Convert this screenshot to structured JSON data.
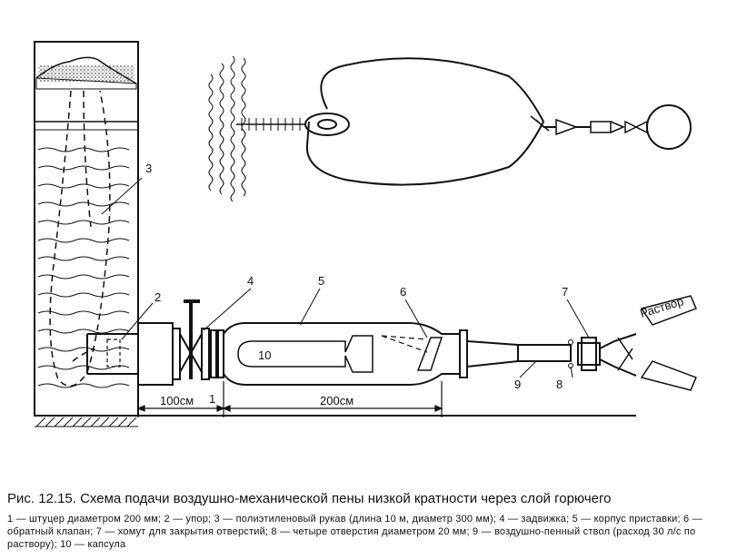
{
  "figure": {
    "labels": {
      "n1": "1",
      "n2": "2",
      "n3": "3",
      "n4": "4",
      "n5": "5",
      "n6": "6",
      "n7": "7",
      "n8": "8",
      "n9": "9",
      "n10": "10",
      "dim_100": "100см",
      "dim_200": "200см",
      "rastvor": "Раствор"
    }
  },
  "caption": {
    "title": "Рис. 12.15. Схема подачи воздушно-механической пены низкой кратности через слой горючего",
    "legend": [
      "1 — штуцер диаметром 200 мм;",
      "2 — упор;",
      "3 — полиэтиленовый рукав (длина 10 м, диаметр 300 мм);",
      "4 — задвижка;",
      "5 — корпус приставки;",
      "6 — обратный клапан;",
      "7 — хомут для закрытия отверстий;",
      "8 — четыре отверстия диаметром 20 мм;",
      "9 — воздушно-пенный ствол (расход 30 л/с по раствору);",
      "10 — капсула"
    ]
  }
}
